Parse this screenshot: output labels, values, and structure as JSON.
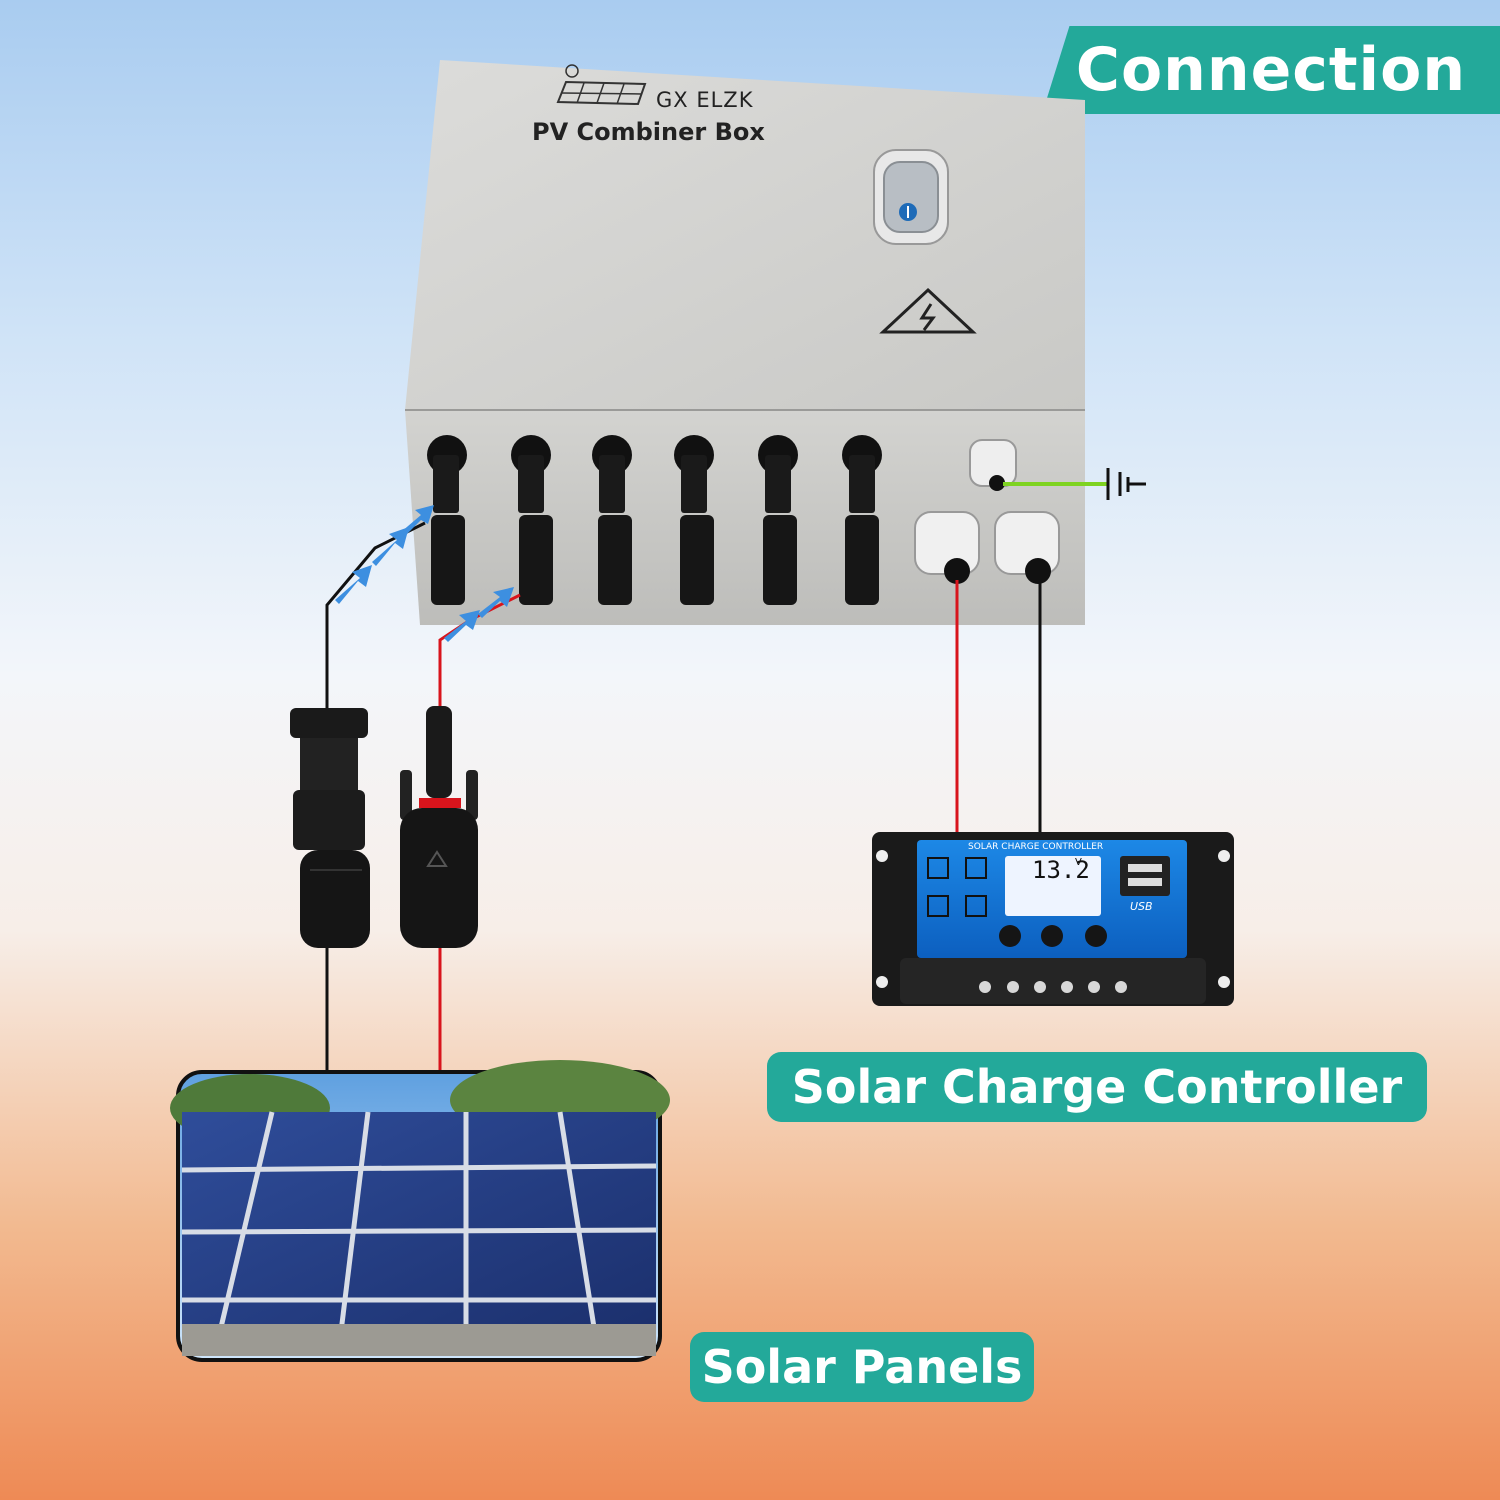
{
  "header": {
    "title": "Connection"
  },
  "combiner_box": {
    "brand": "GX ELZK",
    "title": "PV Combiner Box"
  },
  "controller": {
    "label": "Solar Charge Controller",
    "panel_title": "SOLAR CHARGE CONTROLLER",
    "voltage": "13.2",
    "voltage_unit": "V",
    "usb_label": "USB"
  },
  "panels": {
    "label": "Solar Panels"
  },
  "colors": {
    "accent": "#23a99a",
    "positive_wire": "#d8141c",
    "negative_wire": "#111111",
    "ground_wire": "#7ed321",
    "arrow": "#3d8fe0"
  }
}
